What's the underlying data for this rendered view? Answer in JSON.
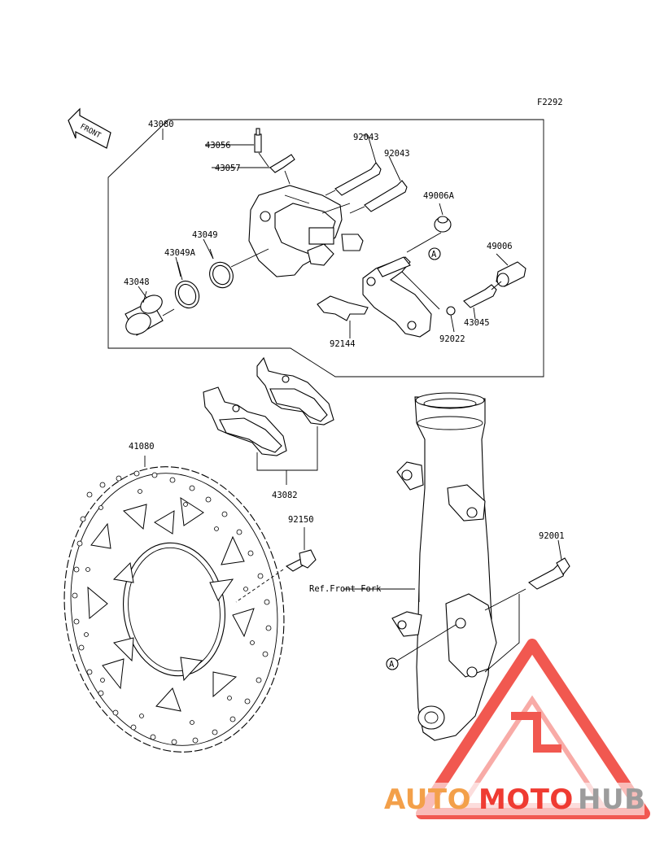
{
  "figure_code": "F2292",
  "front_arrow_label": "FRONT",
  "callouts": {
    "c43080": "43080",
    "c43056": "43056",
    "c43057": "43057",
    "c92043a": "92043",
    "c92043b": "92043",
    "c49006a": "49006A",
    "c49006": "49006",
    "c43049": "43049",
    "c43049a": "43049A",
    "c43048": "43048",
    "c92144": "92144",
    "c92022": "92022",
    "c43045": "43045",
    "c43082": "43082",
    "c41080": "41080",
    "c92150": "92150",
    "c92001": "92001"
  },
  "reference_label": "Ref.Front Fork",
  "marker_letter": "A",
  "watermark": {
    "part1": "AUTO",
    "part2": "MOTO",
    "part3": "HUB",
    "color_orange": "#f3a04a",
    "color_red": "#ef3b32",
    "color_gray": "#9c9c9c"
  }
}
